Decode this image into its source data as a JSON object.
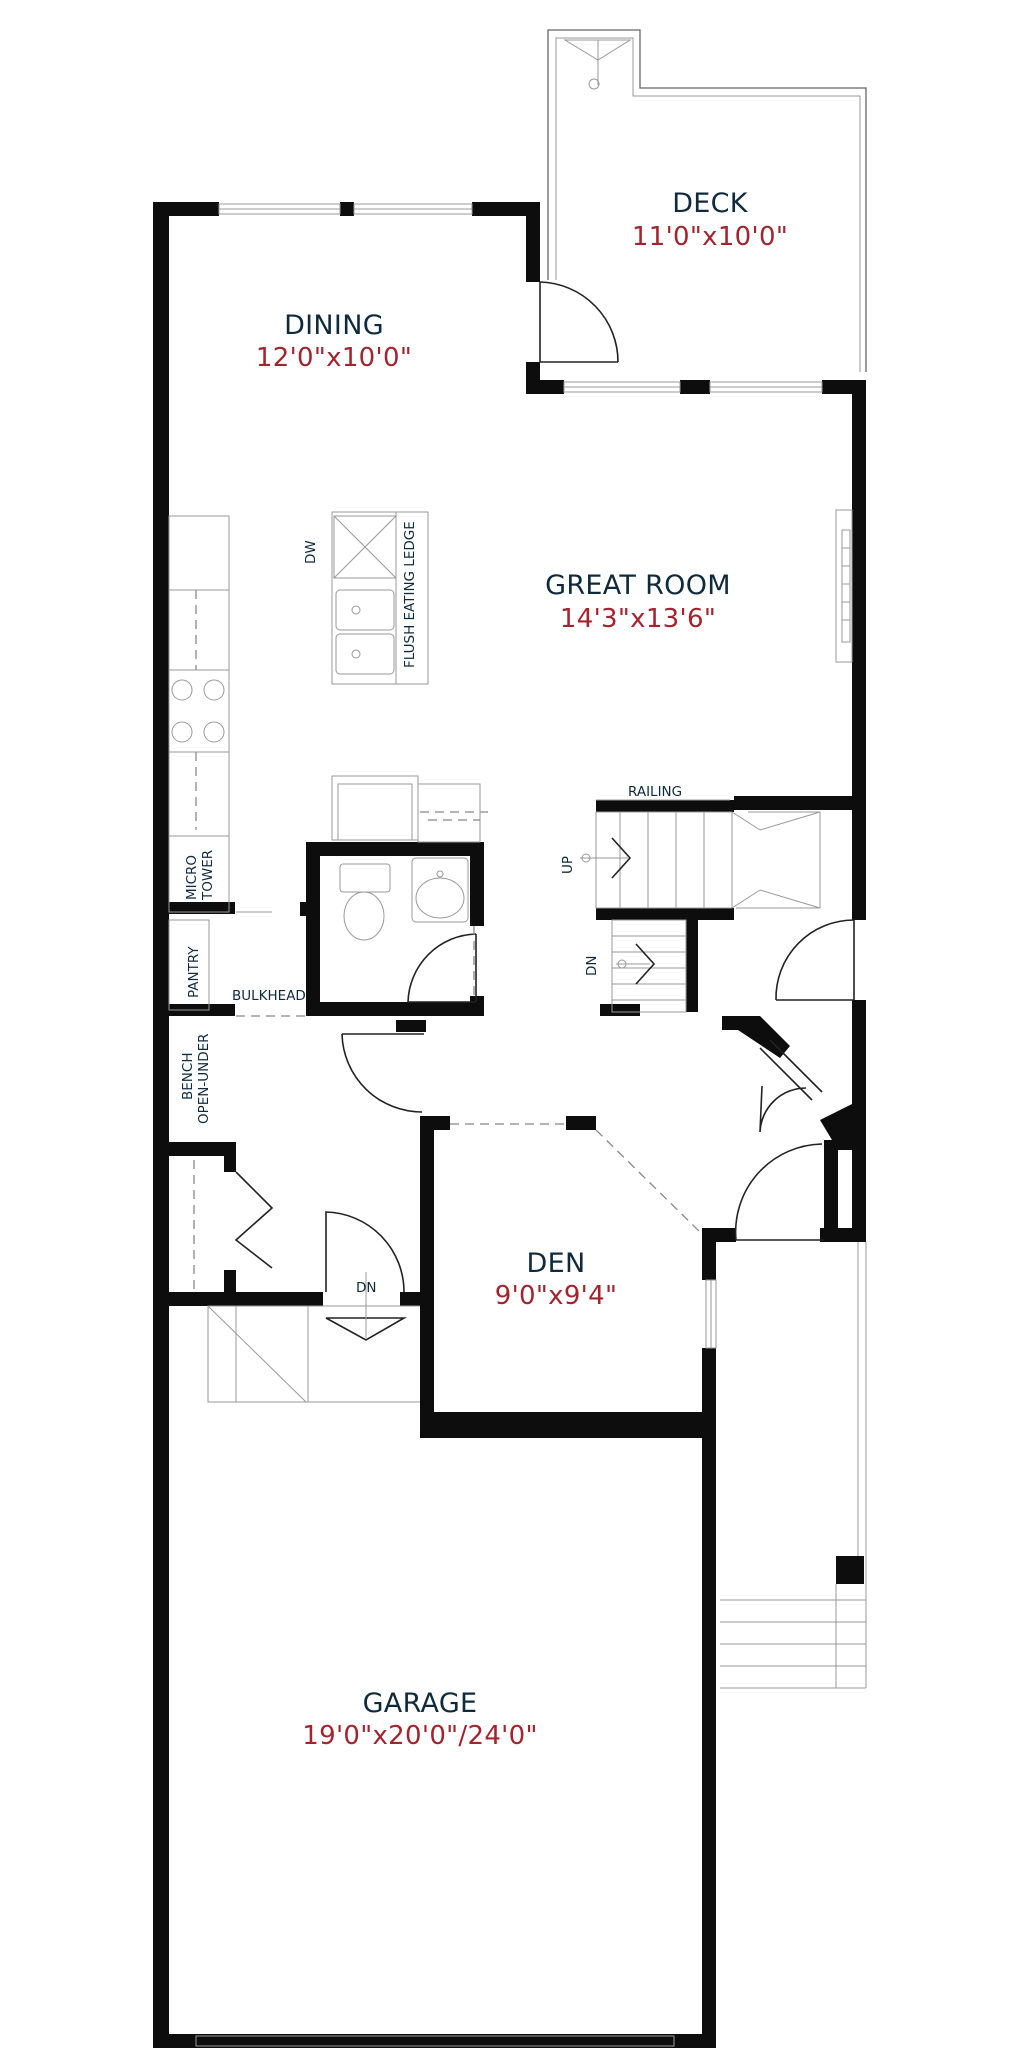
{
  "rooms": {
    "deck": {
      "name": "DECK",
      "dims": "11'0\"x10'0\""
    },
    "dining": {
      "name": "DINING",
      "dims": "12'0\"x10'0\""
    },
    "great_room": {
      "name": "GREAT ROOM",
      "dims": "14'3\"x13'6\""
    },
    "den": {
      "name": "DEN",
      "dims": "9'0\"x9'4\""
    },
    "garage": {
      "name": "GARAGE",
      "dims": "19'0\"x20'0\"/24'0\""
    }
  },
  "labels": {
    "dw": "DW",
    "flush_eating_ledge": "FLUSH EATING LEDGE",
    "railing": "RAILING",
    "up": "UP",
    "dn_stair": "DN",
    "micro_1": "MICRO",
    "micro_2": "TOWER",
    "pantry": "PANTRY",
    "bulkhead": "BULKHEAD",
    "bench_1": "BENCH",
    "bench_2": "OPEN-UNDER",
    "dn_garage": "DN"
  },
  "colors": {
    "room_name": "#0f2a3c",
    "room_dims": "#a3242d",
    "wall": "#0d0d0d"
  }
}
